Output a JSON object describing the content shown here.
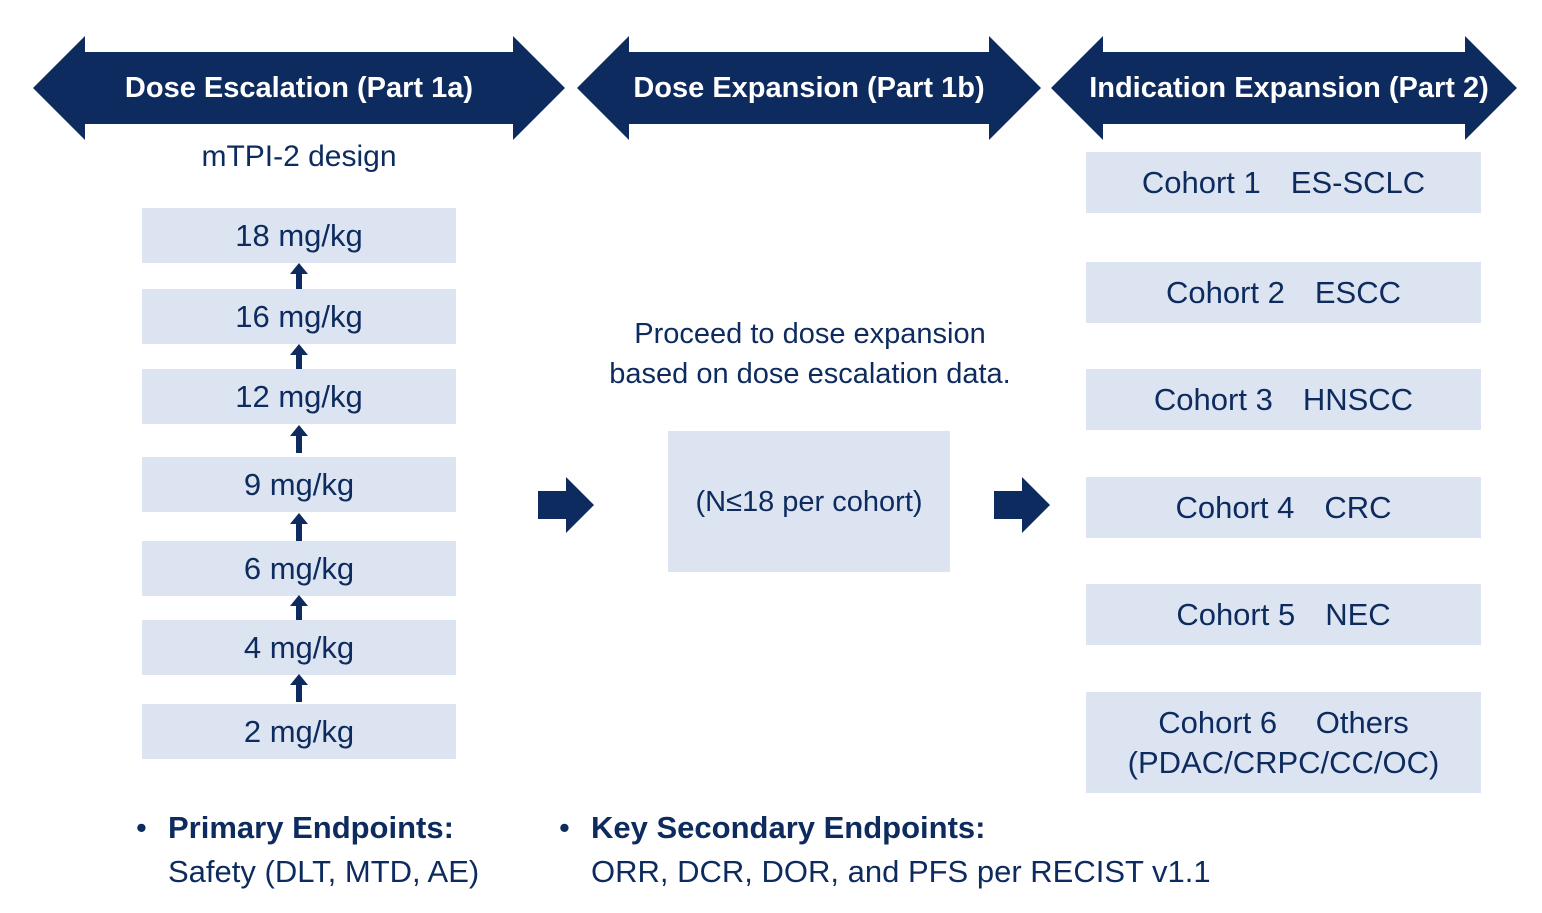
{
  "colors": {
    "navy": "#0d2b5e",
    "box_fill": "#dde4f1",
    "banner_text": "#ffffff"
  },
  "phases": {
    "part1a": "Dose Escalation (Part 1a)",
    "part1b": "Dose Expansion (Part 1b)",
    "part2": "Indication Expansion (Part 2)"
  },
  "escalation": {
    "design": "mTPI-2 design",
    "doses": [
      "18 mg/kg",
      "16 mg/kg",
      "12 mg/kg",
      "9 mg/kg",
      "6 mg/kg",
      "4 mg/kg",
      "2 mg/kg"
    ]
  },
  "expansion": {
    "note_line1": "Proceed to dose expansion",
    "note_line2": "based on dose escalation data.",
    "cohort_size": "(N≤18 per cohort)"
  },
  "cohorts": [
    {
      "number": "Cohort 1",
      "indication": "ES-SCLC",
      "detail": ""
    },
    {
      "number": "Cohort 2",
      "indication": "ESCC",
      "detail": ""
    },
    {
      "number": "Cohort 3",
      "indication": "HNSCC",
      "detail": ""
    },
    {
      "number": "Cohort 4",
      "indication": "CRC",
      "detail": ""
    },
    {
      "number": "Cohort 5",
      "indication": "NEC",
      "detail": ""
    },
    {
      "number": "Cohort 6",
      "indication": "Others",
      "detail": "(PDAC/CRPC/CC/OC)"
    }
  ],
  "endpoints": {
    "primary_title": "Primary Endpoints:",
    "primary_body": "Safety (DLT, MTD, AE)",
    "secondary_title": "Key Secondary Endpoints:",
    "secondary_body": "ORR, DCR, DOR, and PFS per RECIST v1.1",
    "bullet": "•"
  }
}
